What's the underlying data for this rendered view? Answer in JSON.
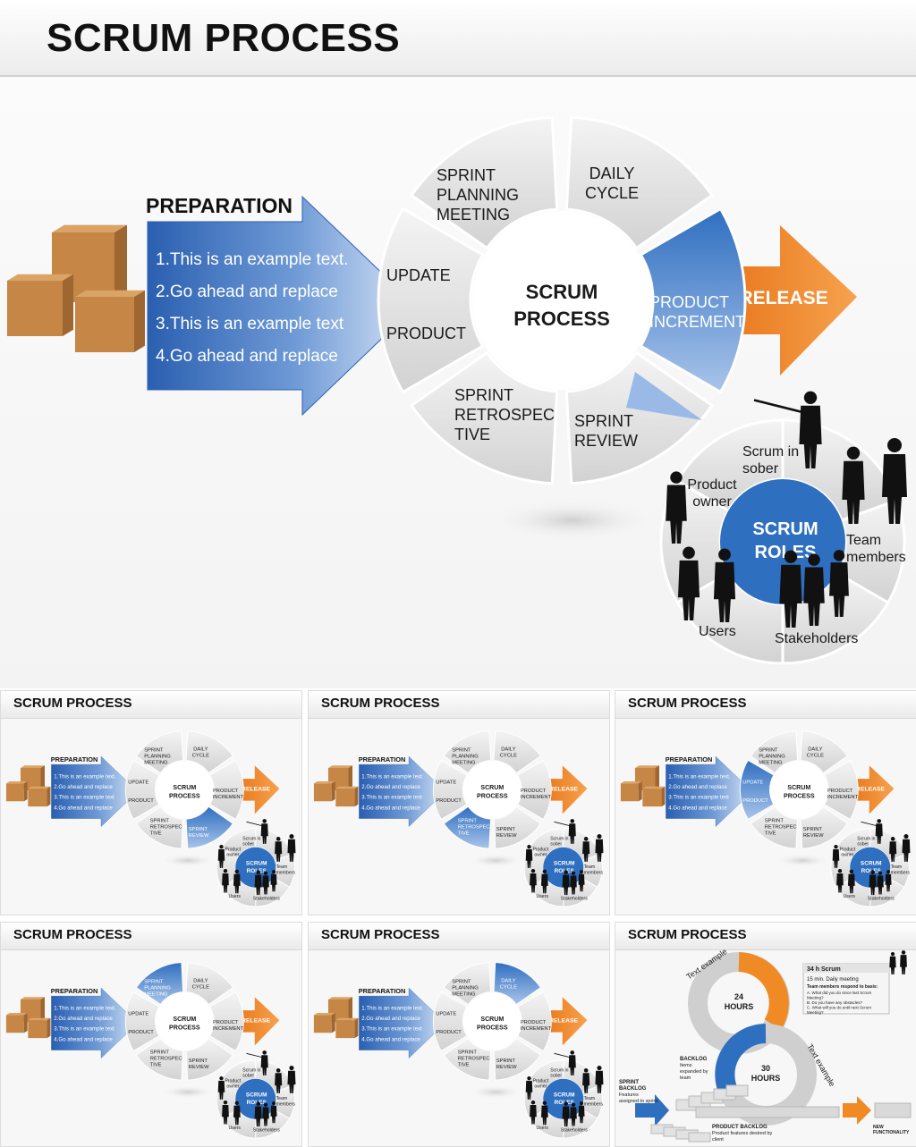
{
  "title": "SCRUM PROCESS",
  "preparation": {
    "heading": "PREPARATION",
    "items": [
      "1.This is an example text.",
      "2.Go ahead and replace",
      "3.This is an example text",
      "4.Go ahead and replace"
    ]
  },
  "release_label": "RELEASE",
  "cycle": {
    "center_line1": "SCRUM",
    "center_line2": "PROCESS",
    "segments": [
      {
        "id": "sprint-planning",
        "lines": [
          "SPRINT",
          "PLANNING",
          "MEETING"
        ]
      },
      {
        "id": "daily-cycle",
        "lines": [
          "DAILY",
          "CYCLE"
        ]
      },
      {
        "id": "product-increment",
        "lines": [
          "PRODUCT",
          "INCREMENT"
        ]
      },
      {
        "id": "sprint-review",
        "lines": [
          "SPRINT",
          "REVIEW"
        ]
      },
      {
        "id": "sprint-retrospective",
        "lines": [
          "SPRINT",
          "RETROSPEC",
          "TIVE"
        ]
      },
      {
        "id": "update-product",
        "lines": [
          "UPDATE",
          "PRODUCT"
        ]
      }
    ],
    "highlighted": "product-increment"
  },
  "roles": {
    "center_line1": "SCRUM",
    "center_line2": "ROLES",
    "labels": {
      "scrum_in_sober": [
        "Scrum in",
        "sober"
      ],
      "product_owner": [
        "Product",
        "owner"
      ],
      "team_members": [
        "Team",
        "members"
      ],
      "users": "Users",
      "stakeholders": "Stakeholders"
    }
  },
  "thumbnails": [
    {
      "title": "SCRUM PROCESS",
      "highlight": "sprint-review"
    },
    {
      "title": "SCRUM PROCESS",
      "highlight": "sprint-retrospective"
    },
    {
      "title": "SCRUM PROCESS",
      "highlight": "update-product"
    },
    {
      "title": "SCRUM PROCESS",
      "highlight": "sprint-planning"
    },
    {
      "title": "SCRUM PROCESS",
      "highlight": "daily-cycle"
    },
    {
      "title": "SCRUM PROCESS",
      "variant": "sprint-cycle"
    }
  ],
  "sprint_cycle": {
    "text_example_1": "Text example",
    "text_example_2": "Text example",
    "hours_24": [
      "24",
      "HOURS"
    ],
    "hours_30": [
      "30",
      "HOURS"
    ],
    "scrum_box_title": "34 h Scrum",
    "scrum_box_subtitle": "15 min. Daily meeting",
    "scrum_box_bold": "Team members respond to basis:",
    "scrum_box_items": [
      "A. What did you do since last Scrum",
      "Meeting?",
      "B. Do you have any obstacles?",
      "C. What will you do until next Scrum",
      "Meeting?"
    ],
    "sprint_backlog": [
      "SPRINT",
      "BACKLOG",
      "Features",
      "assigned to sprint"
    ],
    "backlog": [
      "BACKLOG",
      "Items",
      "expanded by",
      "team"
    ],
    "product_backlog": [
      "PRODUCT BACKLOG",
      "Product features desired by",
      "client"
    ],
    "new_functionality": [
      "NEW",
      "FUNCTIONALITY"
    ]
  },
  "colors": {
    "blue": "#2f6fc0",
    "orange": "#f08a24",
    "gray": "#e6e6e6",
    "box": "#c9894a"
  }
}
